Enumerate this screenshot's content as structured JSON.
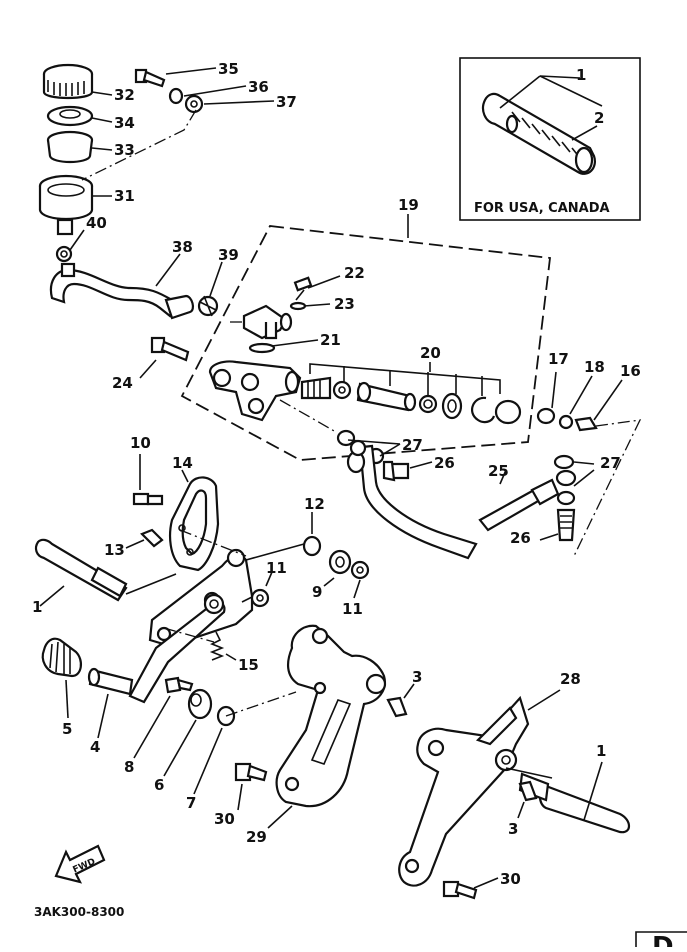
{
  "diagram": {
    "inset_label": "FOR USA, CANADA",
    "part_code": "3AK300-8300",
    "fwd_label": "FWD",
    "page_letter": "D"
  },
  "callouts": {
    "c35": "35",
    "c36": "36",
    "c37": "37",
    "c32": "32",
    "c34": "34",
    "c33": "33",
    "c31": "31",
    "c40": "40",
    "c38": "38",
    "c39": "39",
    "c19": "19",
    "c22": "22",
    "c23": "23",
    "c21": "21",
    "c20": "20",
    "c24": "24",
    "c17": "17",
    "c18": "18",
    "c16": "16",
    "c27a": "27",
    "c26a": "26",
    "c27b": "27",
    "c25": "25",
    "c26b": "26",
    "c10": "10",
    "c14": "14",
    "c12": "12",
    "c13": "13",
    "c11a": "11",
    "c9": "9",
    "c11b": "11",
    "c1a": "1",
    "c15": "15",
    "c3a": "3",
    "c28": "28",
    "c5": "5",
    "c4": "4",
    "c8": "8",
    "c6": "6",
    "c7": "7",
    "c30a": "30",
    "c29": "29",
    "c1b": "1",
    "c3b": "3",
    "c30b": "30",
    "c1c": "1",
    "c2": "2"
  }
}
